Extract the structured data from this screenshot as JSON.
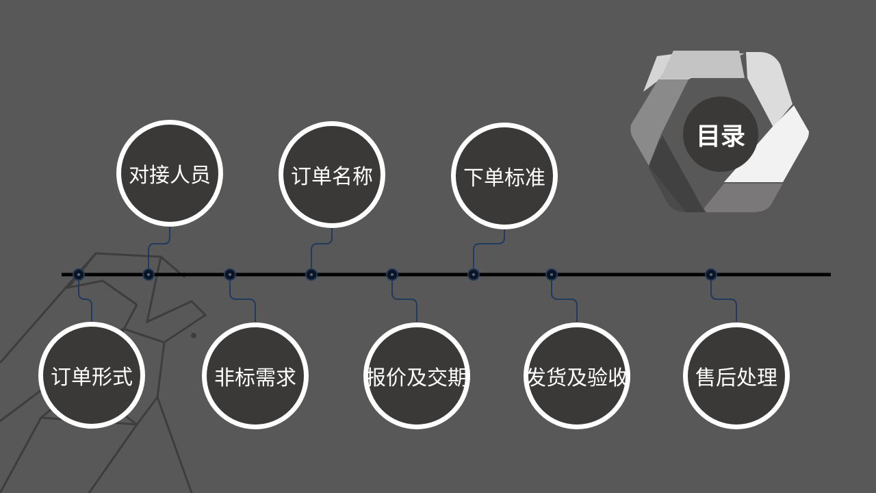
{
  "toc": {
    "title": "目录"
  },
  "timeline": {
    "top_items": [
      {
        "label": "对接人员"
      },
      {
        "label": "订单名称"
      },
      {
        "label": "下单标准"
      }
    ],
    "bottom_items": [
      {
        "label": "订单形式"
      },
      {
        "label": "非标需求"
      },
      {
        "label": "报价及交期"
      },
      {
        "label": "发货及验收"
      },
      {
        "label": "售后处理"
      }
    ]
  },
  "colors": {
    "background": "#585858",
    "node_fill": "#3a3938",
    "node_border": "#ffffff",
    "timeline_line": "#000000",
    "connector": "#1f3a5c"
  }
}
